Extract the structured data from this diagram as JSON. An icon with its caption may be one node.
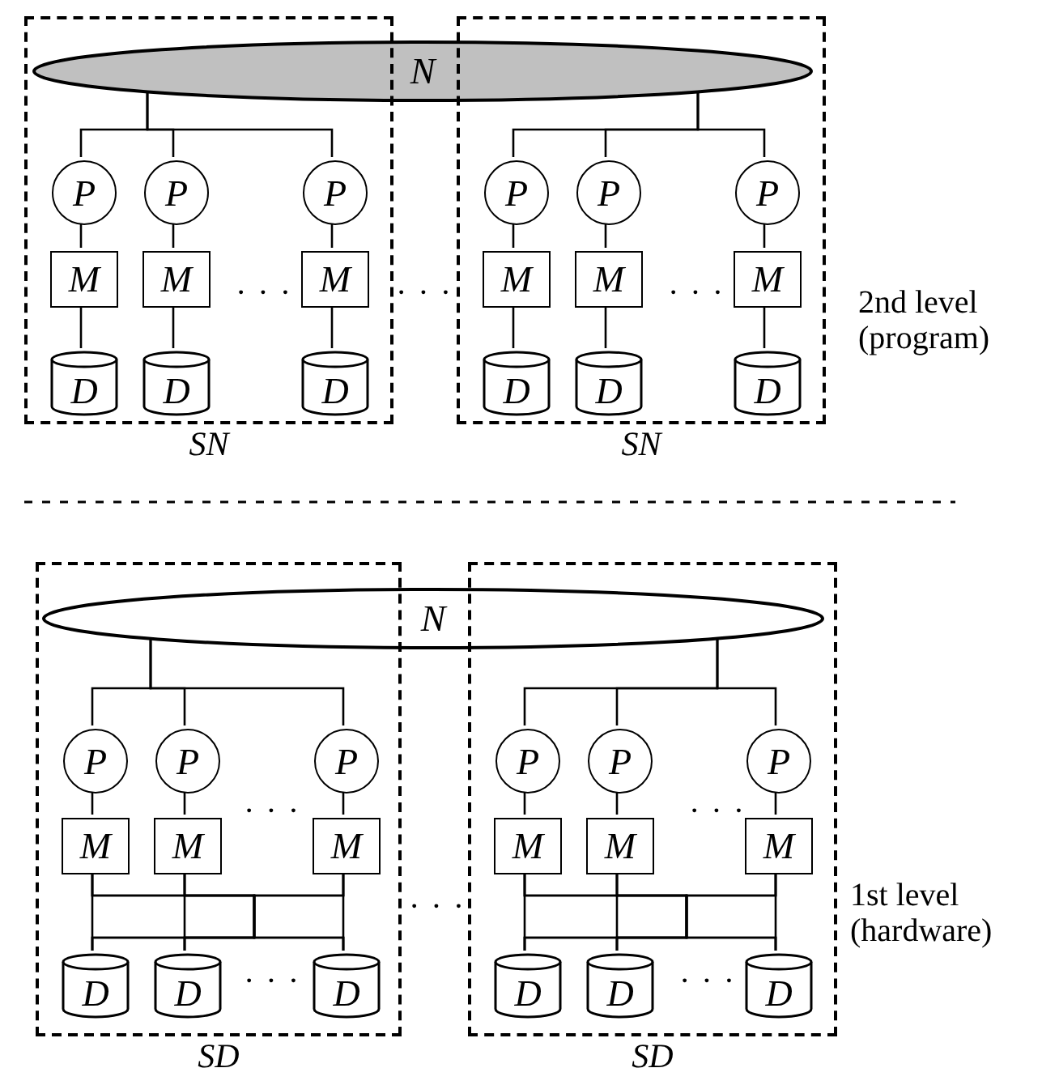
{
  "diagram": {
    "nodes": [
      {
        "text": [
          "SN"
        ]
      },
      {
        "text": [
          "SN"
        ]
      },
      {
        "text": [
          "N"
        ]
      },
      {
        "text": [
          "P"
        ],
        "in": 0
      },
      {
        "text": [
          "P"
        ],
        "in": 0
      },
      {
        "text": [
          "P"
        ],
        "in": 0
      },
      {
        "text": [
          "M"
        ],
        "in": 0
      },
      {
        "text": [
          "M"
        ],
        "in": 0
      },
      {
        "text": [
          "M"
        ],
        "in": 0
      },
      {
        "text": [
          "D"
        ],
        "in": 0
      },
      {
        "text": [
          "D"
        ],
        "in": 0
      },
      {
        "text": [
          "D"
        ],
        "in": 0
      },
      {
        "text": [
          "P"
        ],
        "in": 1
      },
      {
        "text": [
          "P"
        ],
        "in": 1
      },
      {
        "text": [
          "P"
        ],
        "in": 1
      },
      {
        "text": [
          "M"
        ],
        "in": 1
      },
      {
        "text": [
          "M"
        ],
        "in": 1
      },
      {
        "text": [
          "M"
        ],
        "in": 1
      },
      {
        "text": [
          "D"
        ],
        "in": 1
      },
      {
        "text": [
          "D"
        ],
        "in": 1
      },
      {
        "text": [
          "D"
        ],
        "in": 1
      },
      {
        "text": [
          "SD"
        ]
      },
      {
        "text": [
          "SD"
        ]
      },
      {
        "text": [
          "N"
        ]
      },
      {
        "text": [
          "P"
        ],
        "in": 21
      },
      {
        "text": [
          "P"
        ],
        "in": 21
      },
      {
        "text": [
          "P"
        ],
        "in": 21
      },
      {
        "text": [
          "M"
        ],
        "in": 21
      },
      {
        "text": [
          "M"
        ],
        "in": 21
      },
      {
        "text": [
          "M"
        ],
        "in": 21
      },
      {
        "text": [
          "D"
        ],
        "in": 21
      },
      {
        "text": [
          "D"
        ],
        "in": 21
      },
      {
        "text": [
          "D"
        ],
        "in": 21
      },
      {
        "text": [
          "P"
        ],
        "in": 22
      },
      {
        "text": [
          "P"
        ],
        "in": 22
      },
      {
        "text": [
          "P"
        ],
        "in": 22
      },
      {
        "text": [
          "M"
        ],
        "in": 22
      },
      {
        "text": [
          "M"
        ],
        "in": 22
      },
      {
        "text": [
          "M"
        ],
        "in": 22
      },
      {
        "text": [
          "D"
        ],
        "in": 22
      },
      {
        "text": [
          "D"
        ],
        "in": 22
      },
      {
        "text": [
          "D"
        ],
        "in": 22
      }
    ],
    "edges": [
      {
        "from": 2,
        "to": 3,
        "arrow": "none"
      },
      {
        "from": 2,
        "to": 4,
        "arrow": "none"
      },
      {
        "from": 2,
        "to": 5,
        "arrow": "none"
      },
      {
        "from": 3,
        "to": 6,
        "arrow": "none"
      },
      {
        "from": 4,
        "to": 7,
        "arrow": "none"
      },
      {
        "from": 5,
        "to": 8,
        "arrow": "none"
      },
      {
        "from": 6,
        "to": 9,
        "arrow": "none"
      },
      {
        "from": 7,
        "to": 10,
        "arrow": "none"
      },
      {
        "from": 8,
        "to": 11,
        "arrow": "none"
      },
      {
        "from": 2,
        "to": 12,
        "arrow": "none"
      },
      {
        "from": 2,
        "to": 13,
        "arrow": "none"
      },
      {
        "from": 2,
        "to": 14,
        "arrow": "none"
      },
      {
        "from": 12,
        "to": 15,
        "arrow": "none"
      },
      {
        "from": 13,
        "to": 16,
        "arrow": "none"
      },
      {
        "from": 14,
        "to": 17,
        "arrow": "none"
      },
      {
        "from": 15,
        "to": 18,
        "arrow": "none"
      },
      {
        "from": 16,
        "to": 19,
        "arrow": "none"
      },
      {
        "from": 17,
        "to": 20,
        "arrow": "none"
      },
      {
        "from": 23,
        "to": 24,
        "arrow": "none"
      },
      {
        "from": 23,
        "to": 25,
        "arrow": "none"
      },
      {
        "from": 23,
        "to": 26,
        "arrow": "none"
      },
      {
        "from": 24,
        "to": 27,
        "arrow": "none"
      },
      {
        "from": 25,
        "to": 28,
        "arrow": "none"
      },
      {
        "from": 26,
        "to": 29,
        "arrow": "none"
      },
      {
        "from": 27,
        "to": 30,
        "arrow": "none"
      },
      {
        "from": 27,
        "to": 31,
        "arrow": "none"
      },
      {
        "from": 27,
        "to": 32,
        "arrow": "none"
      },
      {
        "from": 28,
        "to": 30,
        "arrow": "none"
      },
      {
        "from": 28,
        "to": 31,
        "arrow": "none"
      },
      {
        "from": 28,
        "to": 32,
        "arrow": "none"
      },
      {
        "from": 29,
        "to": 30,
        "arrow": "none"
      },
      {
        "from": 29,
        "to": 31,
        "arrow": "none"
      },
      {
        "from": 29,
        "to": 32,
        "arrow": "none"
      },
      {
        "from": 23,
        "to": 33,
        "arrow": "none"
      },
      {
        "from": 23,
        "to": 34,
        "arrow": "none"
      },
      {
        "from": 23,
        "to": 35,
        "arrow": "none"
      },
      {
        "from": 33,
        "to": 36,
        "arrow": "none"
      },
      {
        "from": 34,
        "to": 37,
        "arrow": "none"
      },
      {
        "from": 35,
        "to": 38,
        "arrow": "none"
      },
      {
        "from": 36,
        "to": 39,
        "arrow": "none"
      },
      {
        "from": 36,
        "to": 40,
        "arrow": "none"
      },
      {
        "from": 36,
        "to": 41,
        "arrow": "none"
      },
      {
        "from": 37,
        "to": 39,
        "arrow": "none"
      },
      {
        "from": 37,
        "to": 40,
        "arrow": "none"
      },
      {
        "from": 37,
        "to": 41,
        "arrow": "none"
      },
      {
        "from": 38,
        "to": 39,
        "arrow": "none"
      },
      {
        "from": 38,
        "to": 40,
        "arrow": "none"
      },
      {
        "from": 38,
        "to": 41,
        "arrow": "none"
      }
    ],
    "labels": [
      "· · ·",
      "· · ·",
      "· · ·",
      "2nd level (program)",
      "· · ·",
      "· · ·",
      "· · ·",
      "1st level (hardware)",
      "· · ·",
      "· · ·"
    ]
  }
}
